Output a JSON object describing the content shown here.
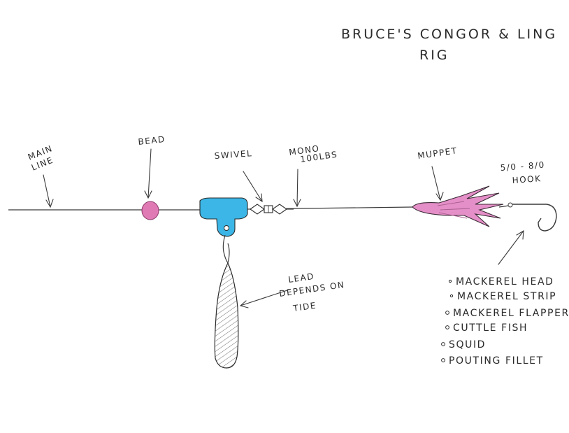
{
  "title": {
    "line1": "BRUCE'S CONGOR & LING",
    "line2": "RIG"
  },
  "labels": {
    "main_line_1": "MAIN",
    "main_line_2": "LINE",
    "bead": "BEAD",
    "swivel": "SWIVEL",
    "mono_1": "MONO",
    "mono_2": "100LBS",
    "muppet": "MUPPET",
    "hook_1": "5/0 - 8/0",
    "hook_2": "HOOK",
    "lead_1": "LEAD",
    "lead_2": "DEPENDS ON",
    "lead_3": "TIDE"
  },
  "baits": [
    "MACKEREL HEAD",
    "MACKEREL STRIP",
    "MACKEREL FLAPPER",
    "CUTTLE FISH",
    "SQUID",
    "POUTING FILLET"
  ],
  "colors": {
    "bead": "#e07ab4",
    "boom": "#3bb6e6",
    "muppet": "#e58fc8",
    "line": "#3a3a3a"
  }
}
